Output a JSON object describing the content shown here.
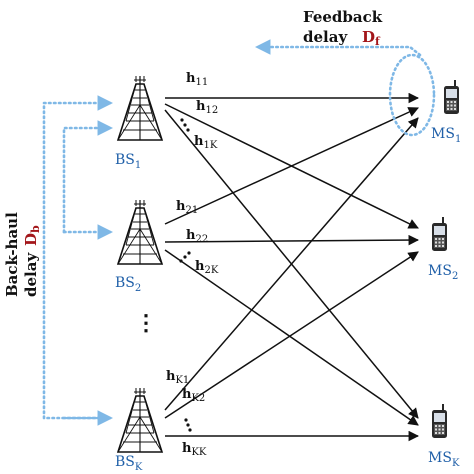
{
  "feedback": {
    "line1": "Feedback",
    "line2": "delay",
    "symbol_main": "D",
    "symbol_sub": "f"
  },
  "backhaul": {
    "line1": "Back-haul",
    "line2": "delay",
    "symbol_main": "D",
    "symbol_sub": "b"
  },
  "base_stations": [
    {
      "main": "BS",
      "sub": "1"
    },
    {
      "main": "BS",
      "sub": "2"
    },
    {
      "main": "BS",
      "sub": "K"
    }
  ],
  "mobile_stations": [
    {
      "main": "MS",
      "sub": "1"
    },
    {
      "main": "MS",
      "sub": "2"
    },
    {
      "main": "MS",
      "sub": "K"
    }
  ],
  "channels": [
    {
      "main": "h",
      "sub": "11"
    },
    {
      "main": "h",
      "sub": "12"
    },
    {
      "main": "h",
      "sub": "1K"
    },
    {
      "main": "h",
      "sub": "21"
    },
    {
      "main": "h",
      "sub": "22"
    },
    {
      "main": "h",
      "sub": "2K"
    },
    {
      "main": "h",
      "sub": "K1"
    },
    {
      "main": "h",
      "sub": "K2"
    },
    {
      "main": "h",
      "sub": "KK"
    }
  ],
  "ellipsis_vertical": "⋮",
  "colors": {
    "arrow": "#111111",
    "dotted": "#7fb8e6",
    "label_blue": "#1f5fa8",
    "delay_red": "#a3161a"
  }
}
